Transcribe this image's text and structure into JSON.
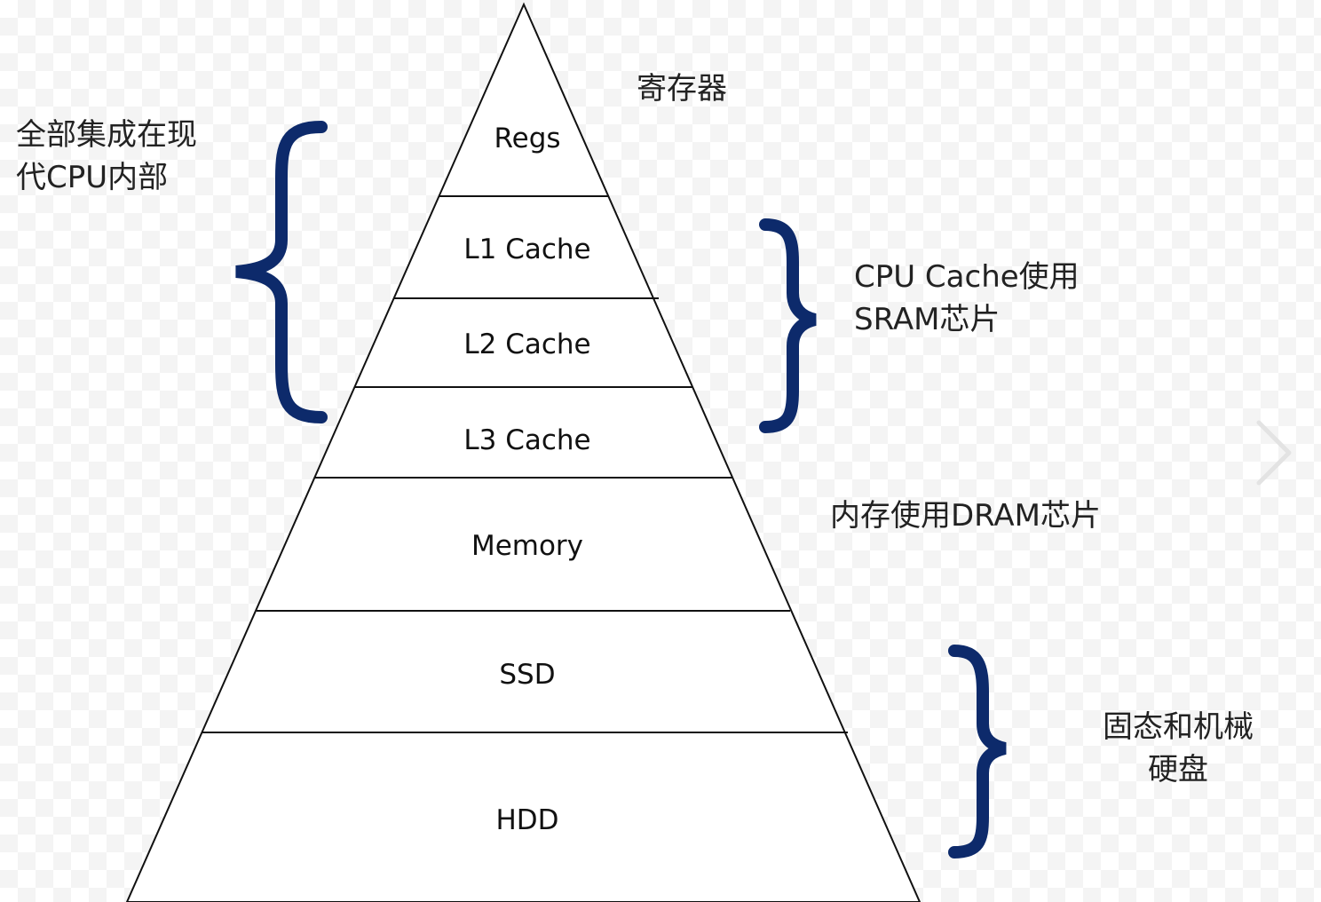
{
  "pyramid": {
    "levels": [
      {
        "label": "Regs"
      },
      {
        "label": "L1 Cache"
      },
      {
        "label": "L2 Cache"
      },
      {
        "label": "L3 Cache"
      },
      {
        "label": "Memory"
      },
      {
        "label": "SSD"
      },
      {
        "label": "HDD"
      }
    ]
  },
  "annotations": {
    "registers": "寄存器",
    "cpu_integrated_line1": "全部集成在现",
    "cpu_integrated_line2": "代CPU内部",
    "cpu_cache_line1": "CPU Cache使用",
    "cpu_cache_line2": "SRAM芯片",
    "memory": "内存使用DRAM芯片",
    "storage_line1": "固态和机械",
    "storage_line2": "硬盘"
  },
  "colors": {
    "brace": "#0d2a6b",
    "outline": "#111111",
    "nav_arrow": "#e3e3e3"
  },
  "icons": {
    "nav": "chevron-right-icon"
  }
}
